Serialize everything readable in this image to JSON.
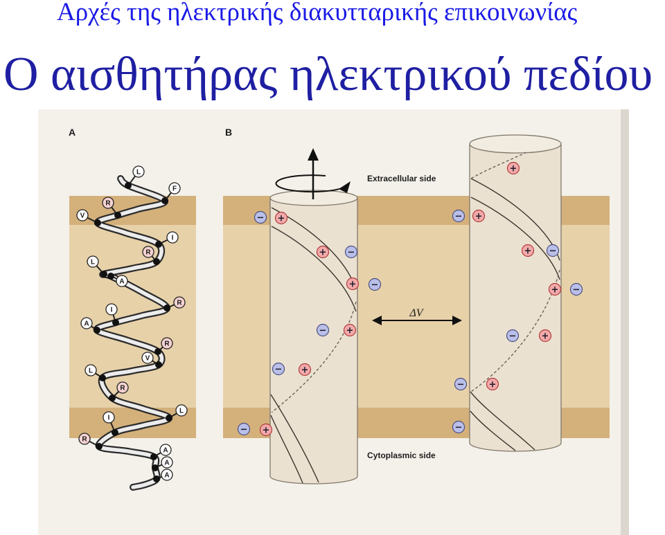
{
  "slide": {
    "subtitle": "Αρχές της ηλεκτρικής διακυτταρικής επικοινωνίας",
    "title": "Ο αισθητήρας ηλεκτρικού πεδίου"
  },
  "figure": {
    "panel_a": {
      "label": "A",
      "residues": [
        "L",
        "F",
        "R",
        "V",
        "I",
        "R",
        "L",
        "A",
        "R",
        "I",
        "A",
        "R",
        "V",
        "L",
        "R",
        "L",
        "I",
        "R",
        "A",
        "A",
        "A"
      ]
    },
    "panel_b": {
      "label": "B",
      "extracellular_label": "Extracellular side",
      "cytoplasmic_label": "Cytoplasmic side",
      "delta_v_label": "ΔV"
    },
    "charge_symbols": {
      "positive": "+",
      "negative": "−"
    },
    "icons": {
      "rotation": "rotation-arrow-icon",
      "double_arrow": "double-arrow-icon"
    }
  },
  "colors": {
    "title_blue": "#1a1ae6",
    "heading_blue": "#1f1fa3",
    "figure_background": "#f4f1ea",
    "membrane_headgroups": "#d4b07b",
    "membrane_core": "#e7d1a9",
    "cylinder": "#ebe1d1",
    "cylinder_top": "#f2ebe0",
    "positive_charge": "#f2a9a9",
    "negative_charge": "#b9bfe8",
    "arginine_fill": "#f7d3d3"
  }
}
